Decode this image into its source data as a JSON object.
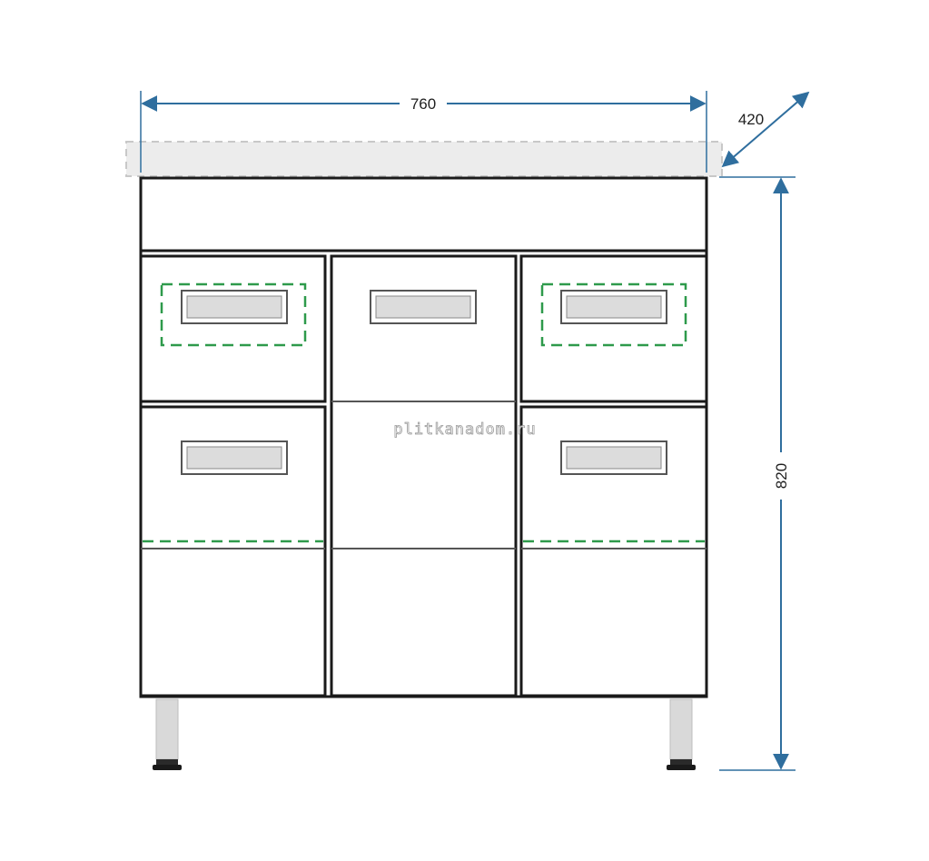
{
  "dimensions": {
    "width_label": "760",
    "depth_label": "420",
    "height_label": "820"
  },
  "watermark": "plitkanadom.ru",
  "colors": {
    "dimension_line": "#2f6e9e",
    "cabinet_outline": "#1a1a1a",
    "dashed_highlight": "#2e9a4b",
    "countertop": "#ececec",
    "handle_fill": "#dcdcdc",
    "leg_fill": "#d9d9d9"
  },
  "icons": {
    "arrow": "arrowhead-icon"
  }
}
